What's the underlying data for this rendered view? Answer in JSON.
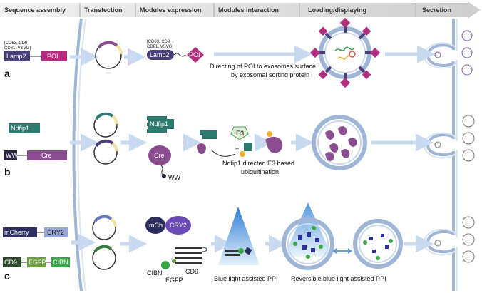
{
  "stages": [
    "Sequence assembly",
    "Transfection",
    "Modules expression",
    "Modules interaction",
    "Loading/displaying",
    "Secretion"
  ],
  "panel_a": {
    "letter": "a",
    "tetraspanins": "[CD63, CD9",
    "tetraspanins2": "CD81, VSVG]",
    "lamp2": "Lamp2",
    "poi": "POI",
    "expr_tetraspanins": "[CD63, CD9",
    "expr_tetraspanins2": "CD81, VSVG]",
    "expr_lamp2": "Lamp2",
    "expr_poi": "POI",
    "caption_line1": "Directing of POI to exosomes surface",
    "caption_line2": "by exosomal sorting protein"
  },
  "panel_b": {
    "letter": "b",
    "ndfip1": "Ndfip1",
    "ww": "WW",
    "cre": "Cre",
    "expr_ndfip1": "Ndfip1",
    "expr_cre": "Cre",
    "expr_ww": "WW",
    "e3": "E3",
    "caption_line1": "Ndfip1 directed E3 based",
    "caption_line2": "ubiquitination"
  },
  "panel_c": {
    "letter": "c",
    "mcherry": "mCherry",
    "cry2": "CRY2",
    "cd9": "CD9",
    "egfp": "EGFP",
    "cibn": "CIBN",
    "expr_mch": "mCh",
    "expr_cry2": "CRY2",
    "label_cibn": "CIBN",
    "label_egfp": "EGFP",
    "label_cd9": "CD9",
    "caption_blue": "Blue light assisted PPI",
    "caption_reversible": "Reversible blue light assisted PPI"
  },
  "colors": {
    "purple": "#8a4d8f",
    "magenta": "#b0307f",
    "dark_purple": "#4a3f78",
    "teal": "#2f7a6e",
    "green": "#3aa64a",
    "lavender": "#9aa6d8",
    "arrow": "#c9daf0",
    "membrane": "#9fb6d6"
  }
}
